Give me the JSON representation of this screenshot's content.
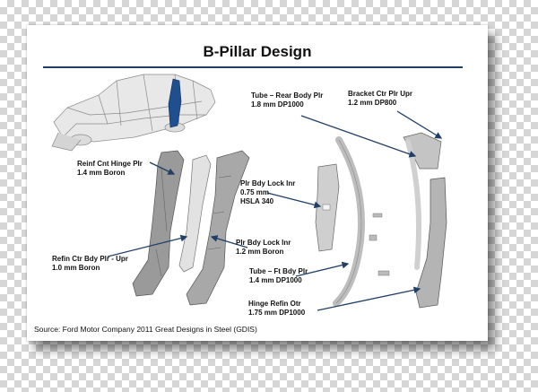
{
  "title": "B-Pillar Design",
  "labels": {
    "tube_rear": {
      "name": "Tube – Rear Body Plr",
      "spec": "1.8 mm DP1000"
    },
    "bracket": {
      "name": "Bracket Ctr Plr Upr",
      "spec": "1.2 mm DP800"
    },
    "reinf": {
      "name": "Reinf Cnt Hinge Plr",
      "spec": "1.4 mm Boron"
    },
    "lock_inr": {
      "name": "Plr Bdy Lock Inr",
      "spec": "0.75 mm",
      "spec2": "HSLA 340"
    },
    "refin_ctr": {
      "name": "Refin Ctr Bdy Plr - Upr",
      "spec": "1.0 mm Boron"
    },
    "lock_inr2": {
      "name": "Plr Bdy Lock Inr",
      "spec": "1.2 mm Boron"
    },
    "tube_ft": {
      "name": "Tube – Ft Bdy Plr",
      "spec": "1.4 mm DP1000"
    },
    "hinge": {
      "name": "Hinge Refin Otr",
      "spec": "1.75 mm DP1000"
    }
  },
  "source": "Source: Ford Motor Company 2011 Great Designs in Steel (GDIS)",
  "colors": {
    "accent": "#1f3f66",
    "arrow": "#1f3f66"
  }
}
